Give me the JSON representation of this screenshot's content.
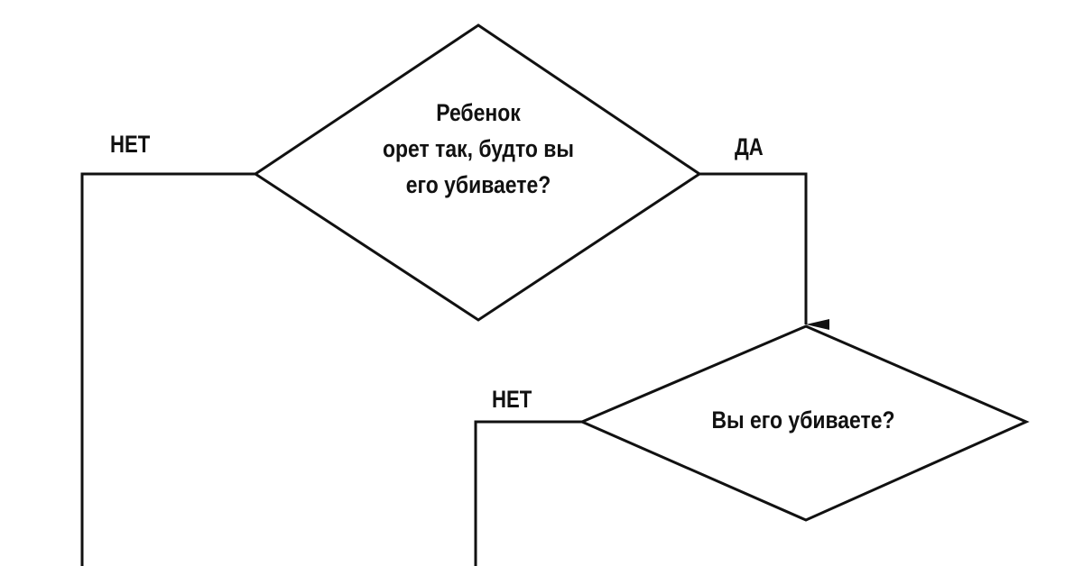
{
  "decisions": [
    {
      "lines": [
        "Ребенок",
        "орет так, будто вы",
        "его убиваете?"
      ],
      "no_label": "НЕТ",
      "yes_label": "ДА"
    },
    {
      "lines": [
        "Вы его убиваете?"
      ],
      "no_label": "НЕТ"
    }
  ]
}
